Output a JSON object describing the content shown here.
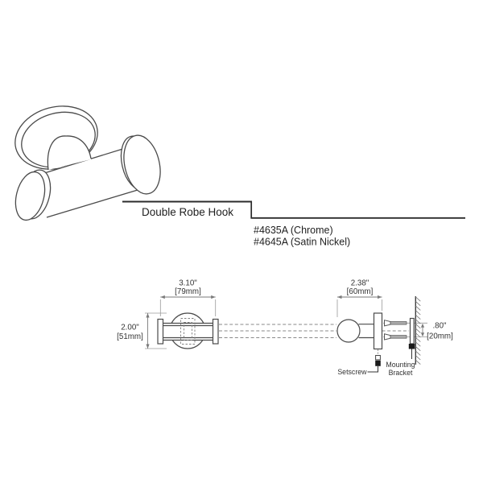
{
  "product": {
    "name": "Double Robe Hook",
    "part_numbers": [
      "#4635A (Chrome)",
      "#4645A (Satin Nickel)"
    ]
  },
  "dimensions": {
    "front_width_in": "3.10\"",
    "front_width_mm": "[79mm]",
    "front_height_in": "2.00\"",
    "front_height_mm": "[51mm]",
    "side_projection_in": "2.38\"",
    "side_projection_mm": "[60mm]",
    "post_diameter_in": ".80\"",
    "post_diameter_mm": "[20mm]"
  },
  "labels": {
    "setscrew": "Setscrew",
    "mounting_line1": "Mounting",
    "mounting_line2": "Bracket"
  },
  "colors": {
    "line_art": "#4a4a4a",
    "dimension_lines": "#7a7a7a",
    "text": "#2f2f2f",
    "background": "#ffffff"
  }
}
